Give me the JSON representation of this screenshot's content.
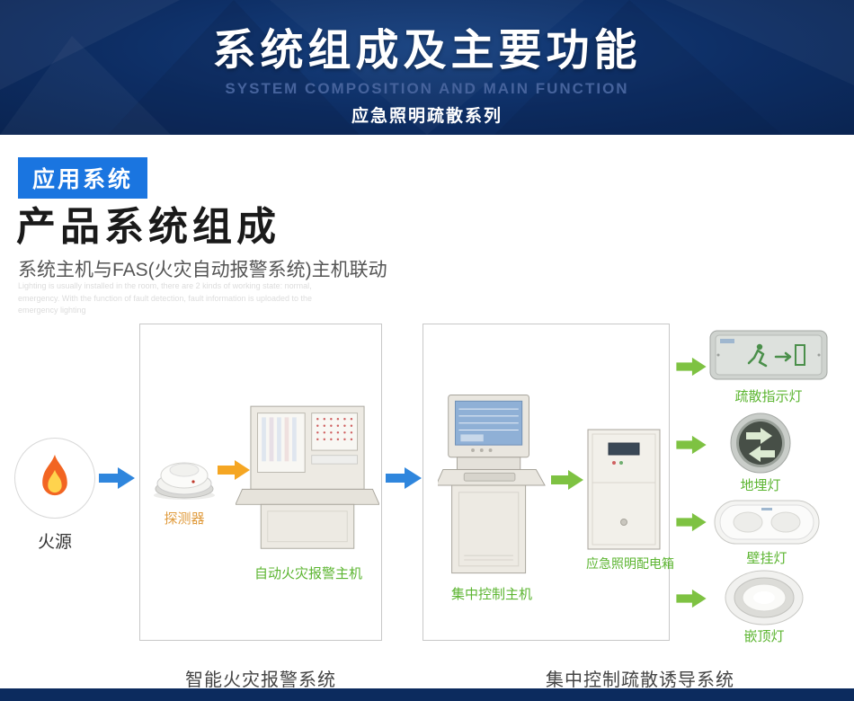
{
  "header": {
    "title": "系统组成及主要功能",
    "subtitle_en": "SYSTEM  COMPOSITION  AND  MAIN  FUNCTION",
    "series": "应急照明疏散系列"
  },
  "section": {
    "badge": "应用系统",
    "heading": "产品系统组成",
    "subheading": "系统主机与FAS(火灾自动报警系统)主机联动",
    "description_en": "Lighting is usually installed in the room, there are 2 kinds of working state: normal, emergency. With the function of fault detection, fault information is uploaded to the emergency lighting"
  },
  "diagram": {
    "fire_source_label": "火源",
    "detector_label": "探测器",
    "alarm_host_label": "自动火灾报警主机",
    "system1_label": "智能火灾报警系统",
    "control_host_label": "集中控制主机",
    "power_box_label": "应急照明配电箱",
    "system2_label": "集中控制疏散诱导系统",
    "outputs": [
      {
        "label": "疏散指示灯"
      },
      {
        "label": "地埋灯"
      },
      {
        "label": "壁挂灯"
      },
      {
        "label": "嵌顶灯"
      }
    ]
  },
  "colors": {
    "header_bg": "#0c2b5e",
    "accent_blue": "#1a75e0",
    "arrow_blue": "#2f86dd",
    "arrow_orange": "#f5a623",
    "arrow_green": "#7ec242",
    "label_green": "#5cb531",
    "label_orange": "#e09b3d"
  }
}
